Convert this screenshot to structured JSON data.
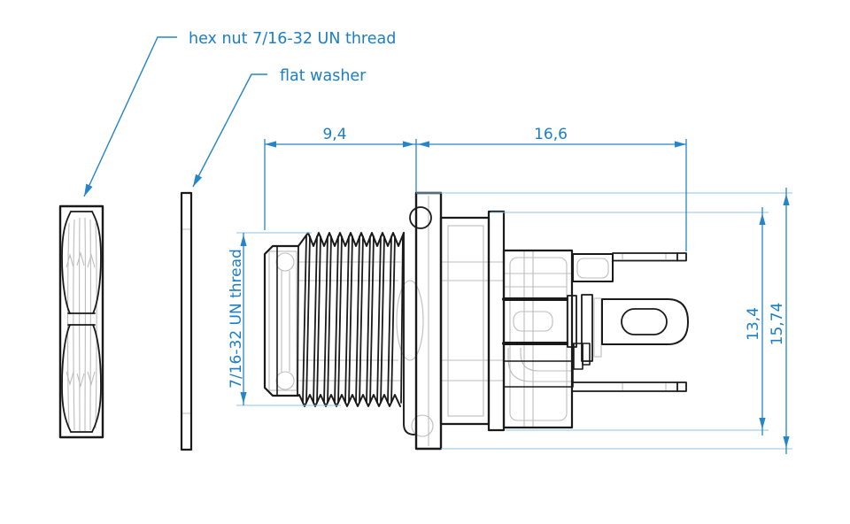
{
  "colors": {
    "background": "#ffffff",
    "outline": "#1a1a1a",
    "hidden_line": "#bcbcbc",
    "dimension_line": "#2585c7",
    "extension_line": "#8fc1e6",
    "annotation_text": "#1b7ec6"
  },
  "callouts": {
    "hex_nut": "hex nut 7/16-32 UN thread",
    "flat_washer": "flat washer"
  },
  "dimensions": {
    "front_length": "9,4",
    "rear_length": "16,6",
    "thread_spec": "7/16-32 UN thread",
    "body_height": "13,4",
    "overall_height": "15,74"
  }
}
